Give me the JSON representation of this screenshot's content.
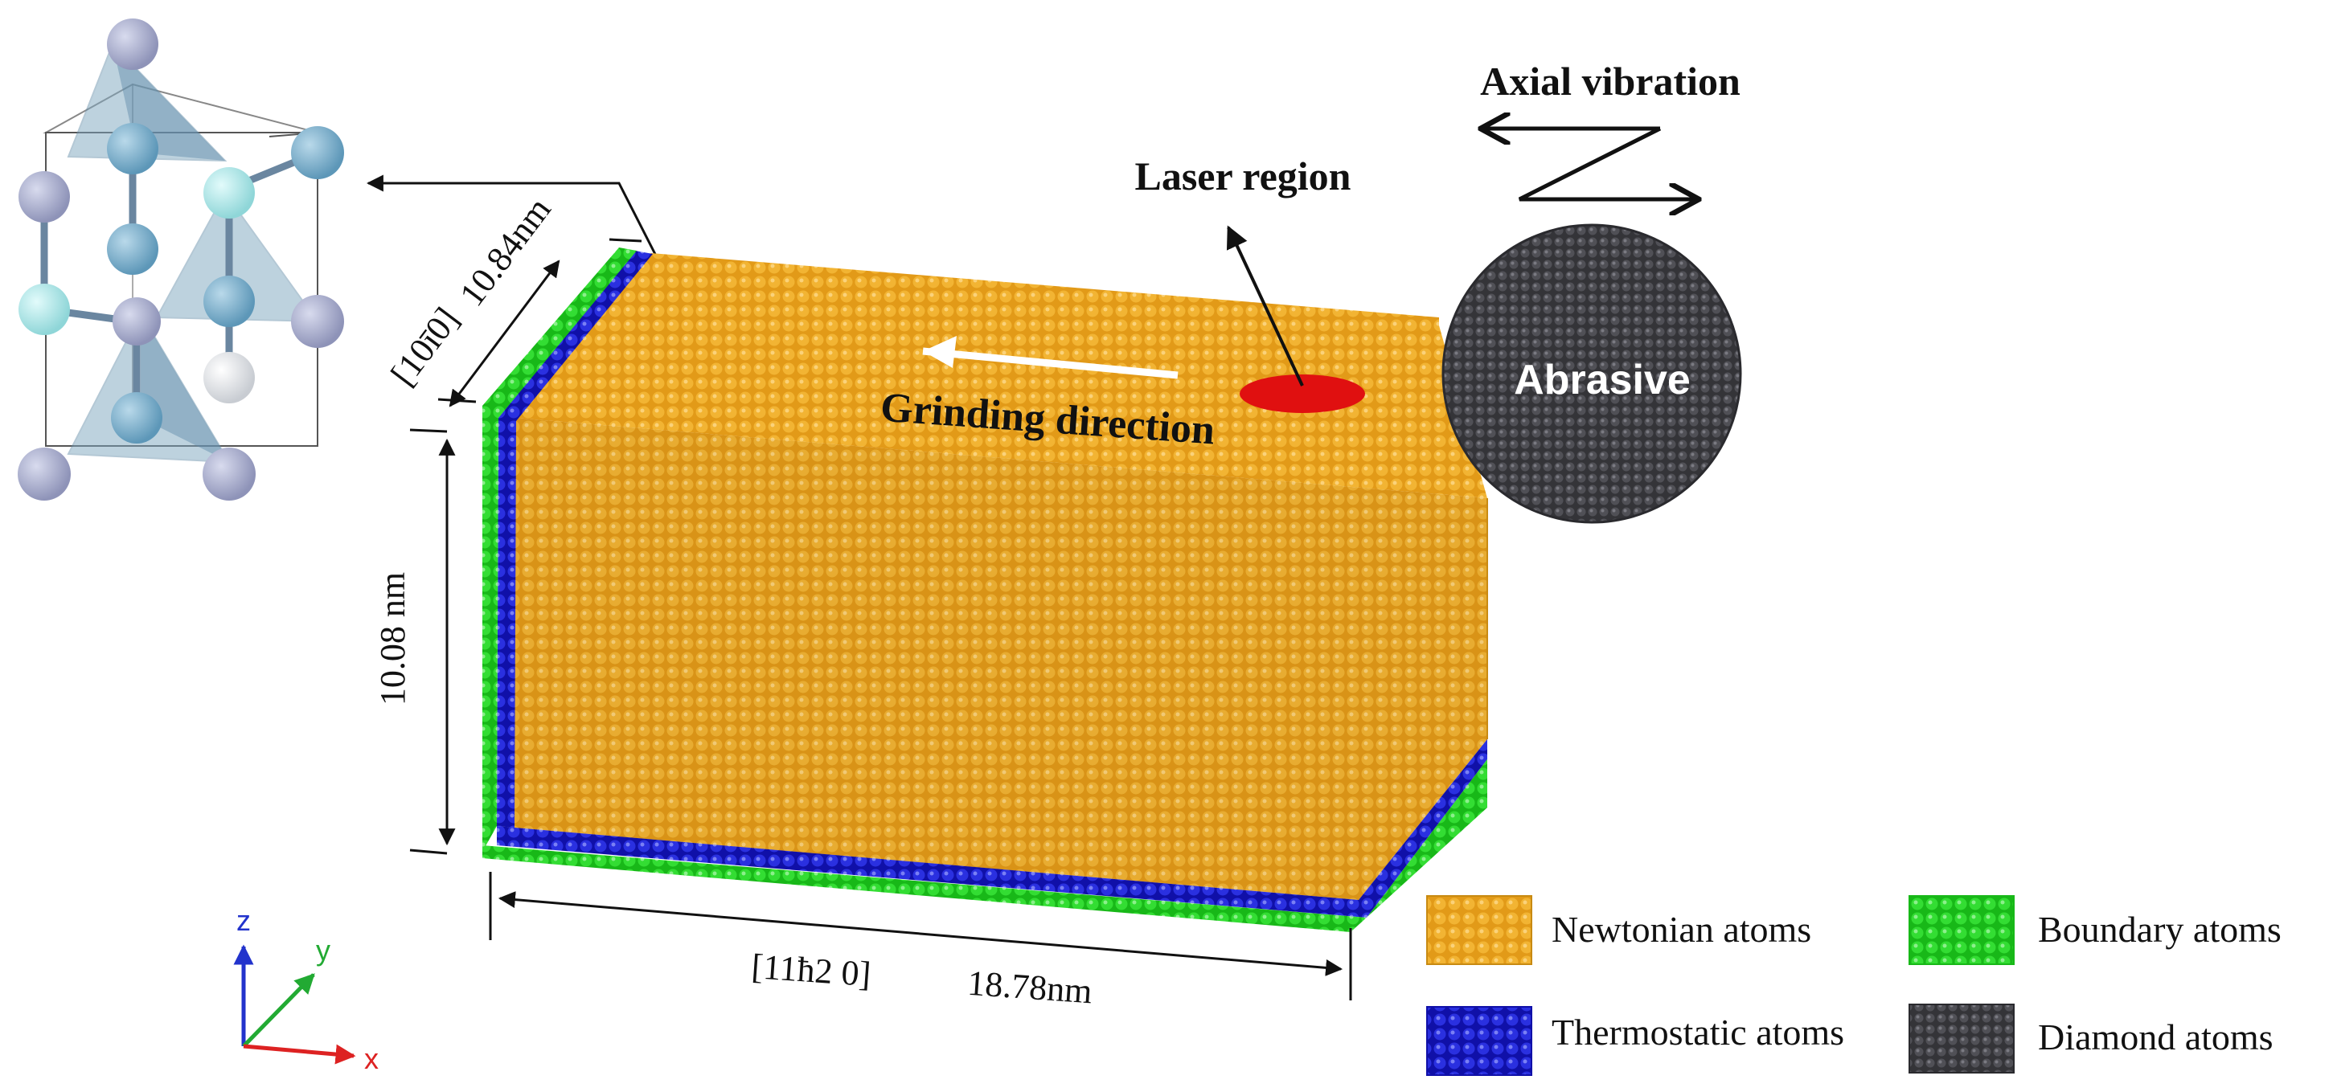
{
  "labels": {
    "axial_vibration": "Axial vibration",
    "laser_region": "Laser region",
    "grinding_direction": "Grinding direction",
    "abrasive": "Abrasive",
    "dim_width_dir": "[10ī0]",
    "dim_width_val": "10.84nm",
    "dim_height": "10.08 nm",
    "dim_length_dir": "[11ħ2 0]",
    "dim_length_val": "18.78nm"
  },
  "axes": {
    "z": "z",
    "y": "y",
    "x": "x"
  },
  "legend": [
    {
      "key": "newtonian",
      "label": "Newtonian atoms",
      "color": "#e8a21c"
    },
    {
      "key": "boundary",
      "label": "Boundary atoms",
      "color": "#22cc22"
    },
    {
      "key": "thermostatic",
      "label": "Thermostatic atoms",
      "color": "#1a1fd6"
    },
    {
      "key": "diamond",
      "label": "Diamond atoms",
      "color": "#3f3f44"
    }
  ],
  "colors": {
    "newtonian": "#e8a21c",
    "boundary": "#22cc22",
    "thermostatic": "#1a1fd6",
    "diamond": "#3f3f44",
    "laser": "#e01010",
    "axis_z": "#2233cc",
    "axis_y": "#22aa33",
    "axis_x": "#dd2222"
  }
}
